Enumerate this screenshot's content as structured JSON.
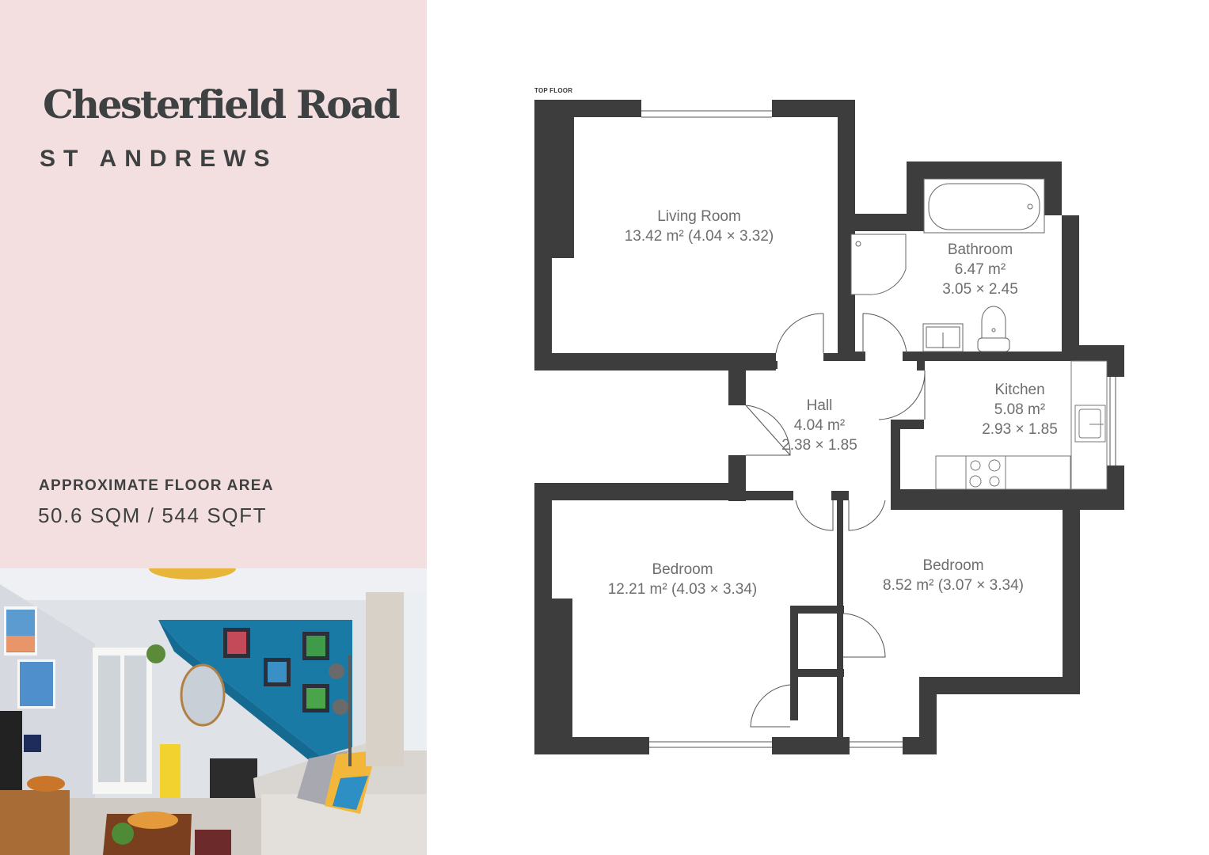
{
  "property": {
    "title": "Chesterfield Road",
    "location": "ST ANDREWS"
  },
  "floor_area": {
    "label": "APPROXIMATE FLOOR AREA",
    "value": "50.6 SQM / 544 SQFT"
  },
  "photo": {
    "description": "living-room-interior-photo"
  },
  "floorplan": {
    "floor_label": "TOP FLOOR",
    "wall_color": "#3d3d3d",
    "rooms": [
      {
        "name": "Living Room",
        "line2": "13.42 m² (4.04 × 3.32)",
        "line3": ""
      },
      {
        "name": "Bathroom",
        "line2": "6.47 m²",
        "line3": "3.05 × 2.45"
      },
      {
        "name": "Hall",
        "line2": "4.04 m²",
        "line3": "2.38 × 1.85"
      },
      {
        "name": "Kitchen",
        "line2": "5.08 m²",
        "line3": "2.93 × 1.85"
      },
      {
        "name": "Bedroom",
        "line2": "12.21 m² (4.03 × 3.34)",
        "line3": ""
      },
      {
        "name": "Bedroom",
        "line2": "8.52 m² (3.07 × 3.34)",
        "line3": ""
      }
    ]
  },
  "colors": {
    "panel_background": "#f4dfe0",
    "text_dark": "#3e4141",
    "room_text": "#6e6e6e"
  }
}
